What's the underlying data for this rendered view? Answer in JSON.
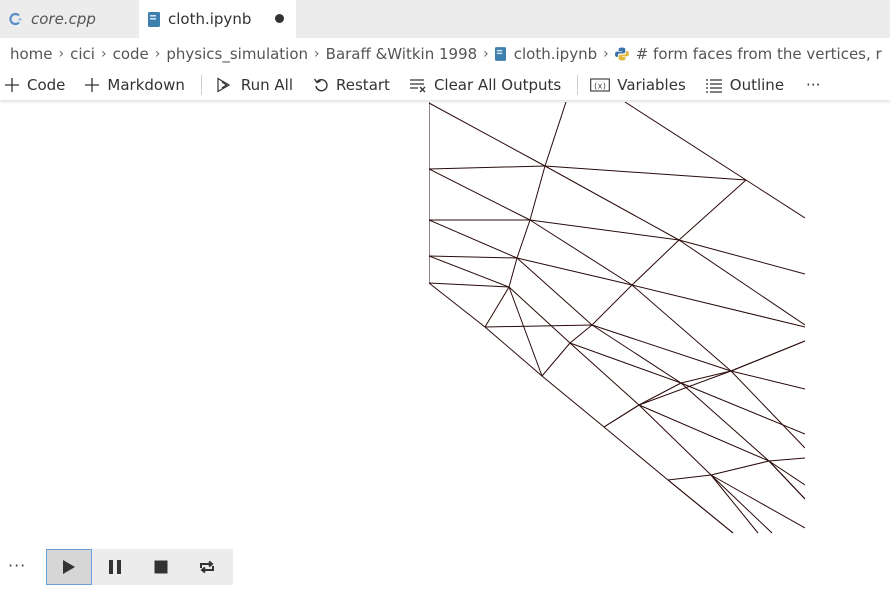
{
  "tabs": [
    {
      "label": "core.cpp",
      "icon": "cpp-file-icon",
      "active": false
    },
    {
      "label": "cloth.ipynb",
      "icon": "notebook-icon",
      "active": true,
      "modified": true
    }
  ],
  "breadcrumb": [
    "home",
    "cici",
    "code",
    "physics_simulation",
    "Baraff &Witkin 1998",
    "cloth.ipynb",
    "# form faces from the vertices, r"
  ],
  "toolbar": {
    "code": "Code",
    "markdown": "Markdown",
    "run_all": "Run All",
    "restart": "Restart",
    "clear_outputs": "Clear All Outputs",
    "variables": "Variables",
    "outline": "Outline",
    "more": "···"
  },
  "output": {
    "more": "···",
    "plot_line_color": "#2a0a0a"
  },
  "player": {
    "buttons": [
      "play",
      "pause",
      "stop",
      "repeat"
    ],
    "active": "play"
  }
}
